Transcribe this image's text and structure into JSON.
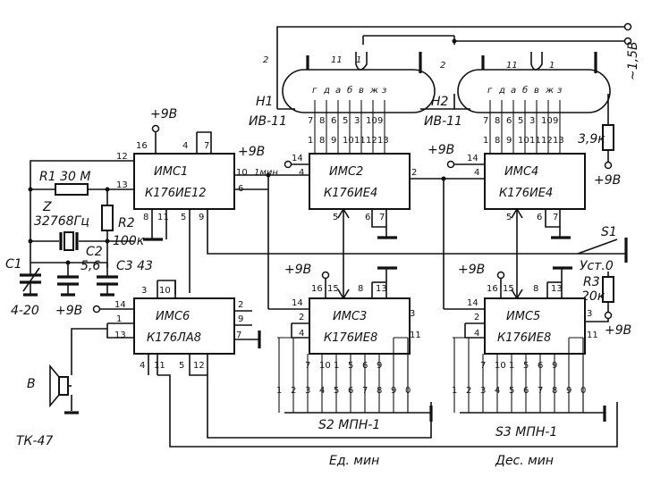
{
  "chips": {
    "ims1": {
      "name": "ИМС1",
      "type": "К176ИЕ12"
    },
    "ims2": {
      "name": "ИМС2",
      "type": "К176ИЕ4"
    },
    "ims3": {
      "name": "ИМС3",
      "type": "К176ИЕ8"
    },
    "ims4": {
      "name": "ИМС4",
      "type": "К176ИЕ4"
    },
    "ims5": {
      "name": "ИМС5",
      "type": "К176ИЕ8"
    },
    "ims6": {
      "name": "ИМС6",
      "type": "К176ЛА8"
    }
  },
  "tubes": {
    "h1": {
      "ref": "Н1",
      "type": "ИВ-11"
    },
    "h2": {
      "ref": "Н2",
      "type": "ИВ-11"
    },
    "segments": [
      "г",
      "д",
      "а",
      "б",
      "в",
      "ж",
      "з"
    ],
    "top_pins": [
      "7",
      "8",
      "6",
      "5",
      "3",
      "10",
      "9"
    ],
    "bus_pins": [
      "1",
      "8",
      "9",
      "10",
      "11",
      "12",
      "13"
    ],
    "filament_pins": [
      "11",
      "1"
    ],
    "grid_pin": "2"
  },
  "power": {
    "plus9v": "+9В",
    "ac": "~1,5В"
  },
  "components": {
    "r1": "R1 30 M",
    "r2": "R2",
    "r2_value": "100к",
    "r3": "R3",
    "r3_value": "20к",
    "r_39k": "3,9к",
    "z": "Z",
    "z_freq": "32768Гц",
    "c1": "С1",
    "c1_range": "4-20",
    "c2": "С2",
    "c2_value": "5,6",
    "c3": "С3 43",
    "speaker": "В",
    "speaker_type": "ТК-47",
    "s1": "S1",
    "ust0": "Уст.0"
  },
  "switches": {
    "s2": "S2 МПН-1",
    "s3": "S3 МПН-1"
  },
  "captions": {
    "units": "Ед. мин",
    "tens": "Дес. мин",
    "one_min": "1мин"
  },
  "pins": {
    "ims1": {
      "p16": "16",
      "p4": "4",
      "p7": "7",
      "p12": "12",
      "p13": "13",
      "p10": "10",
      "p6": "6",
      "p8": "8",
      "p11": "11",
      "p5": "5",
      "p9": "9"
    },
    "ims2": {
      "p14": "14",
      "p4": "4",
      "p2": "2",
      "p5": "5",
      "p6": "6",
      "p7": "7"
    },
    "ims3": {
      "p16": "16",
      "p15": "15",
      "p8": "8",
      "p13": "13",
      "p14": "14",
      "p2": "2",
      "p4": "4",
      "p3": "3",
      "p11": "11",
      "inner": [
        "7",
        "10",
        "1",
        "5",
        "6",
        "9"
      ]
    },
    "ims4": {
      "p14": "14",
      "p4": "4",
      "p5": "5",
      "p6": "6",
      "p7": "7"
    },
    "ims5": {
      "p16": "16",
      "p15": "15",
      "p8": "8",
      "p13": "13",
      "p14": "14",
      "p2": "2",
      "p4": "4",
      "p3": "3",
      "p11": "11",
      "inner": [
        "7",
        "10",
        "1",
        "5",
        "6",
        "9"
      ]
    },
    "ims6": {
      "p3": "3",
      "p10": "10",
      "p14": "14",
      "p1": "1",
      "p13": "13",
      "p2": "2",
      "p9": "9",
      "p7": "7",
      "p4": "4",
      "p11": "11",
      "p5": "5",
      "p12": "12"
    }
  },
  "switch_contacts": [
    "1",
    "2",
    "3",
    "4",
    "5",
    "6",
    "7",
    "8",
    "9",
    "0"
  ]
}
